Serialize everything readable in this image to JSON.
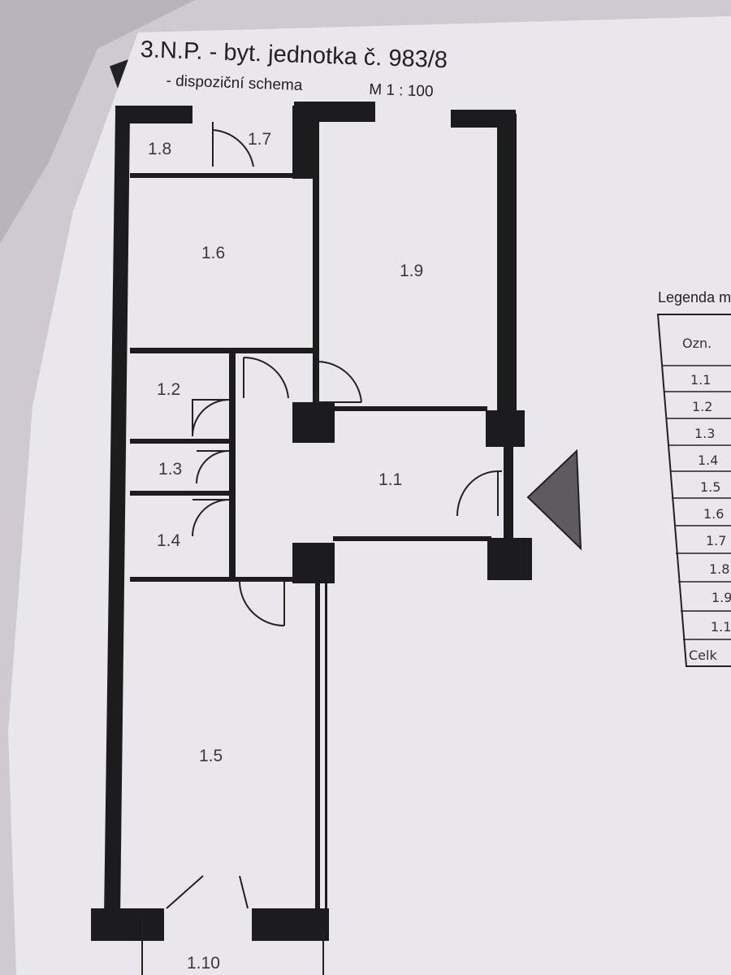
{
  "header": {
    "title": "3.N.P. - byt. jednotka č. 983/8",
    "subtitle": "- dispoziční schema",
    "scale": "M 1 : 100"
  },
  "rooms": [
    {
      "id": "1.1"
    },
    {
      "id": "1.2"
    },
    {
      "id": "1.3"
    },
    {
      "id": "1.4"
    },
    {
      "id": "1.5"
    },
    {
      "id": "1.6"
    },
    {
      "id": "1.7"
    },
    {
      "id": "1.8"
    },
    {
      "id": "1.9"
    },
    {
      "id": "1.10"
    }
  ],
  "legend": {
    "title": "Legenda m",
    "column_header": "Ozn.",
    "rows": [
      "1.1",
      "1.2",
      "1.3",
      "1.4",
      "1.5",
      "1.6",
      "1.7",
      "1.8",
      "1.9",
      "1.1",
      "Celk"
    ]
  },
  "colors": {
    "paper": "#e9e6ec",
    "wall": "#1c1b1d",
    "background": "#cfcad2"
  },
  "icons": [
    "entrance-arrow-icon"
  ]
}
